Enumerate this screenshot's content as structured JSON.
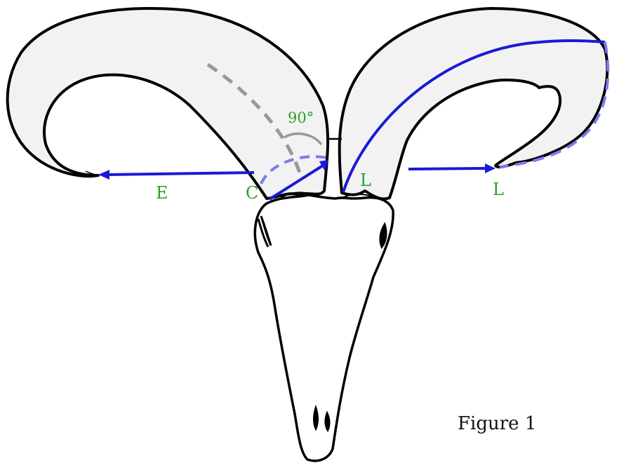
{
  "labels": {
    "angle": "90°",
    "E": "E",
    "C": "C",
    "L_inner": "L",
    "L_outer": "L"
  },
  "caption": "Figure 1",
  "colors": {
    "outline": "#000000",
    "horn_fill": "#f2f2f2",
    "measure": "#1a1ad6",
    "measure_dashed": "#7b7bee",
    "guide": "#999999",
    "label": "#2aa02a",
    "caption": "#111111"
  }
}
